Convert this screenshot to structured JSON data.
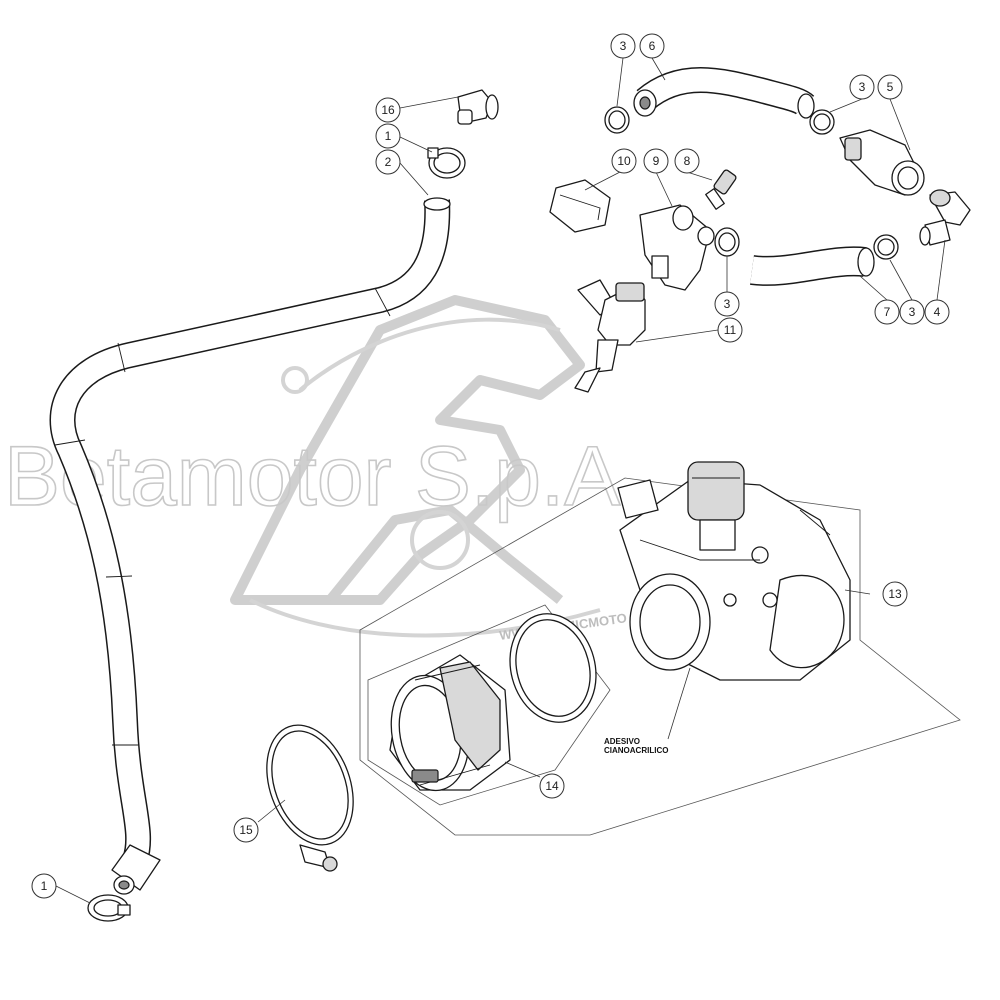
{
  "watermark": {
    "company": "Betamotor S.p.A.",
    "site": "WWW.ATOMICMOTO"
  },
  "note": {
    "line1": "ADESIVO",
    "line2": "CIANOACRILICO"
  },
  "callouts": {
    "c16": "16",
    "c1_top": "1",
    "c2": "2",
    "c3_a": "3",
    "c6": "6",
    "c3_b": "3",
    "c5": "5",
    "c10": "10",
    "c9": "9",
    "c8": "8",
    "c3_c": "3",
    "c7": "7",
    "c3_d": "3",
    "c4": "4",
    "c11": "11",
    "c13": "13",
    "c14": "14",
    "c15": "15",
    "c1_bottom": "1"
  }
}
